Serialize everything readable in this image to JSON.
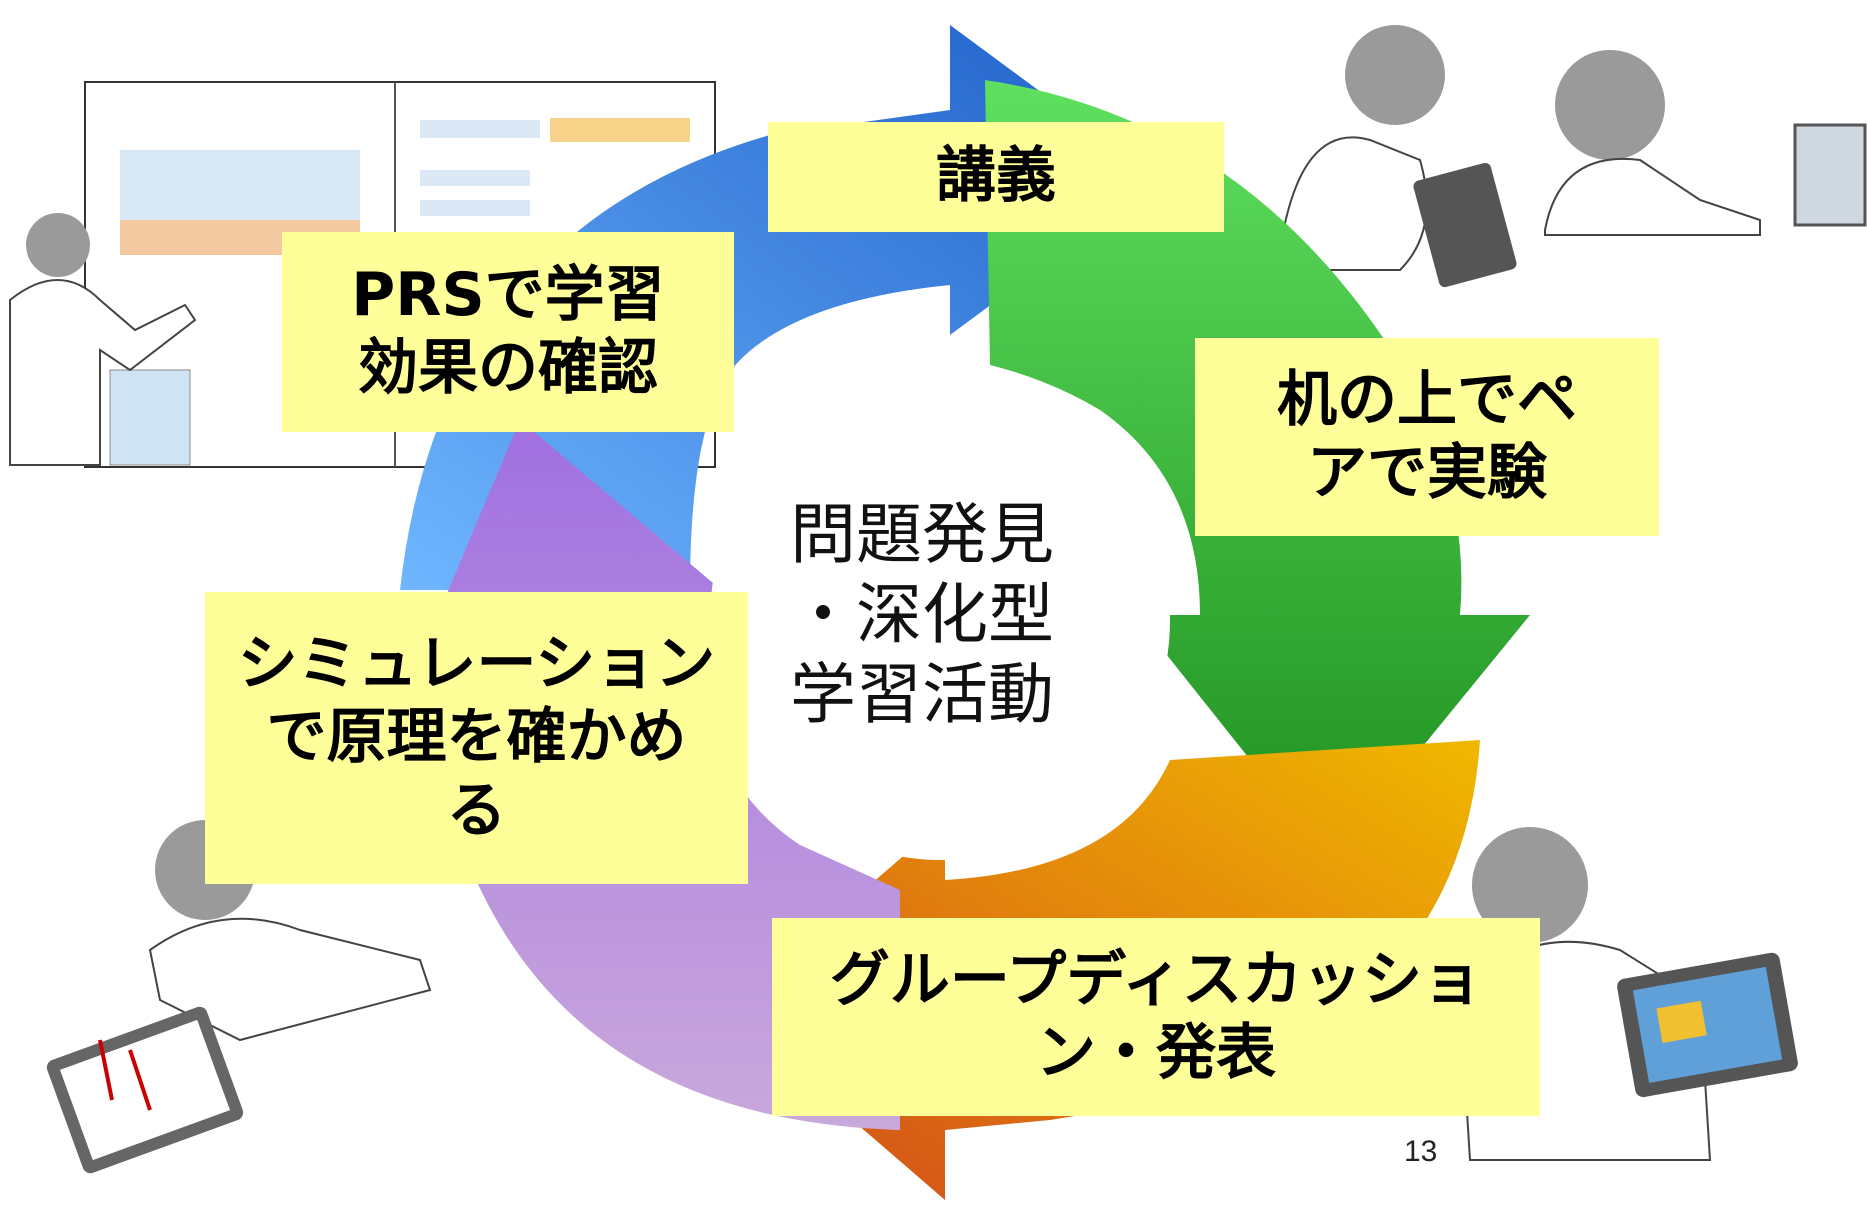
{
  "cycle": {
    "center_text": "問題発見\n・深化型\n学習活動",
    "steps": [
      {
        "id": "lecture",
        "label": "講義",
        "color": "#3f7fe0"
      },
      {
        "id": "pair-experiment",
        "label": "机の上でペ\nアで実験",
        "color": "#3cbf3c"
      },
      {
        "id": "group-discussion",
        "label": "グループディスカッショ\nン・発表",
        "color": "#e88a1a"
      },
      {
        "id": "simulation",
        "label": "シミュレーション\nで原理を確かめ\nる",
        "color": "#a77ad8"
      },
      {
        "id": "prs-check",
        "label": "PRSで学習\n効果の確認",
        "color": "#3f7fe0"
      }
    ]
  },
  "label_background": "#ffff99",
  "page_number": "13",
  "illustrations": [
    {
      "name": "teacher-presenting-icon"
    },
    {
      "name": "students-tablet-laptop-icon"
    },
    {
      "name": "student-writing-tablet-icon"
    },
    {
      "name": "student-reading-tablet-icon"
    }
  ]
}
